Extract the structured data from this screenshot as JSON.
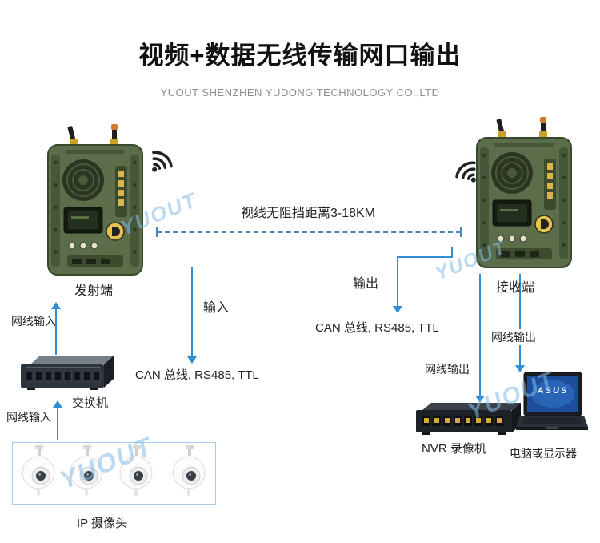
{
  "header": {
    "title": "视频+数据无线传输网口输出",
    "subtitle": "YUOUT SHENZHEN YUDONG TECHNOLOGY CO.,LTD"
  },
  "link": {
    "distance": "视线无阻挡距离3-18KM"
  },
  "transmitter": {
    "label": "发射端"
  },
  "receiver": {
    "label": "接收端"
  },
  "left": {
    "input": "输入",
    "serial": "CAN 总线, RS485, TTL",
    "lan_top": "网线输入",
    "lan_bottom": "网线输入",
    "switch": "交换机",
    "cameras": "IP 摄像头"
  },
  "right": {
    "output": "输出",
    "serial": "CAN 总线, RS485, TTL",
    "lan_laptop": "网线输出",
    "lan_nvr": "网线输出",
    "nvr": "NVR 录像机",
    "pc": "电脑或显示器",
    "brand": "ASUS"
  },
  "watermark": {
    "text": "YUOUT"
  },
  "colors": {
    "line_blue": "#2f8fd4",
    "dash_blue": "#4d85bb",
    "device_green": "#5c6e49",
    "accent_watermark": "#85bce6"
  }
}
